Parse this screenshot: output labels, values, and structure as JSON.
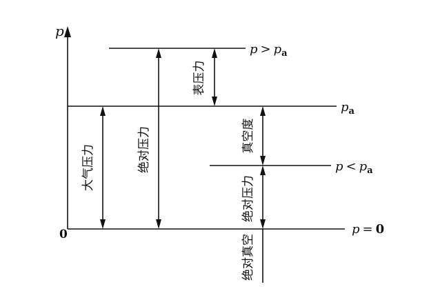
{
  "axis": {
    "y_label": "p",
    "origin_label": "0"
  },
  "levels": {
    "above_atm": {
      "p": "p",
      "operator": ">",
      "pa": "p",
      "pa_sub": "a"
    },
    "atmospheric": {
      "p": "p",
      "sub": "a"
    },
    "below_atm": {
      "p": "p",
      "operator": "<",
      "pa": "p",
      "pa_sub": "a"
    },
    "zero": {
      "p": "p",
      "operator": "=",
      "value": "0"
    }
  },
  "labels": {
    "atmospheric_pressure": "大气压力",
    "absolute_pressure_high": "绝对压力",
    "gauge_pressure": "表压力",
    "vacuum_degree": "真空度",
    "absolute_pressure_low": "绝对压力",
    "absolute_vacuum": "绝对真空"
  }
}
